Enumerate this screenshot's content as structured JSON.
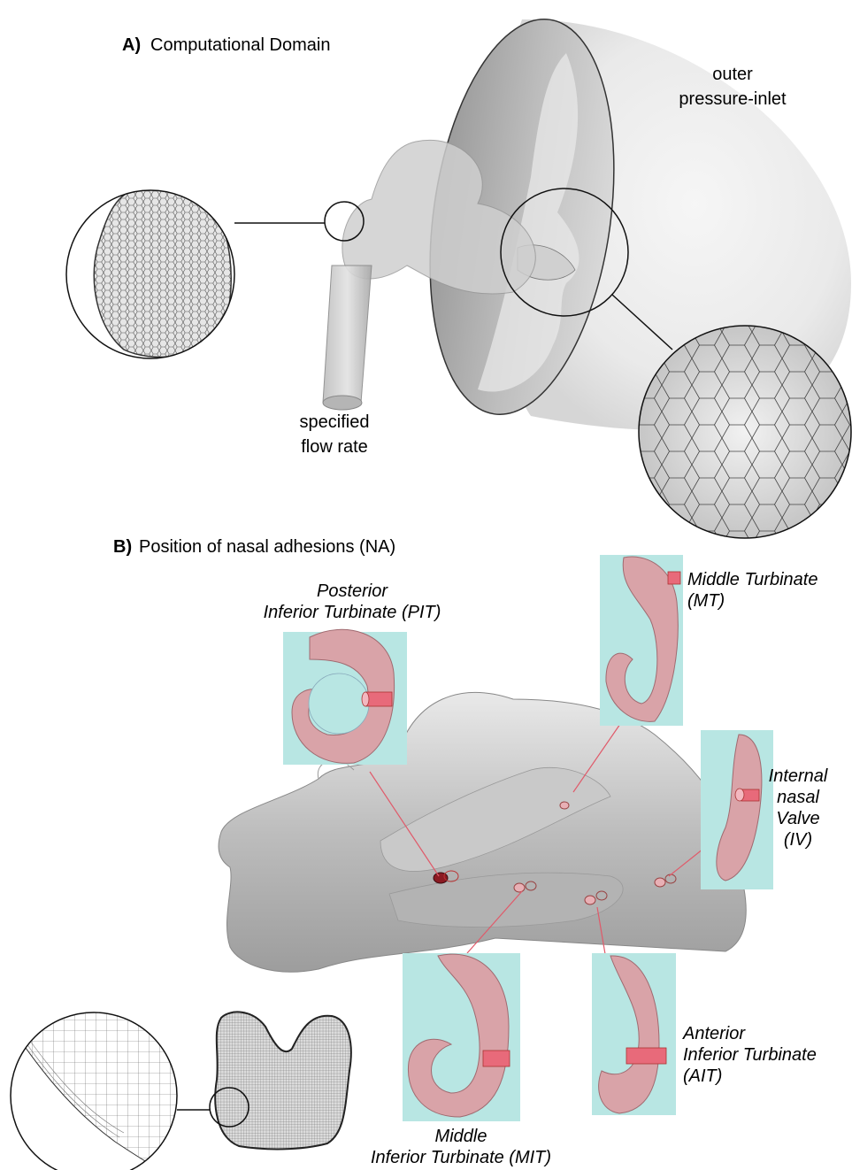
{
  "panel_a": {
    "letter": "A)",
    "title": "Computational Domain",
    "outer_label": [
      "outer",
      "pressure-inlet"
    ],
    "flow_label": [
      "specified",
      "flow rate"
    ]
  },
  "panel_b": {
    "letter": "B)",
    "title": "Position of nasal adhesions (NA)",
    "pit": [
      "Posterior",
      "Inferior Turbinate (PIT)"
    ],
    "mt": [
      "Middle Turbinate",
      "(MT)"
    ],
    "iv": [
      "Internal",
      "nasal",
      "Valve",
      "(IV)"
    ],
    "ait": [
      "Anterior",
      "Inferior Turbinate",
      "(AIT)"
    ],
    "mit": [
      "Middle",
      "Inferior Turbinate (MIT)"
    ]
  },
  "colors": {
    "tissue_pink": "#d9a3a8",
    "airway_cyan": "#b8e6e3",
    "mesh_gray": "#c8c8c8",
    "adhesion_red": "#e86a7a"
  }
}
